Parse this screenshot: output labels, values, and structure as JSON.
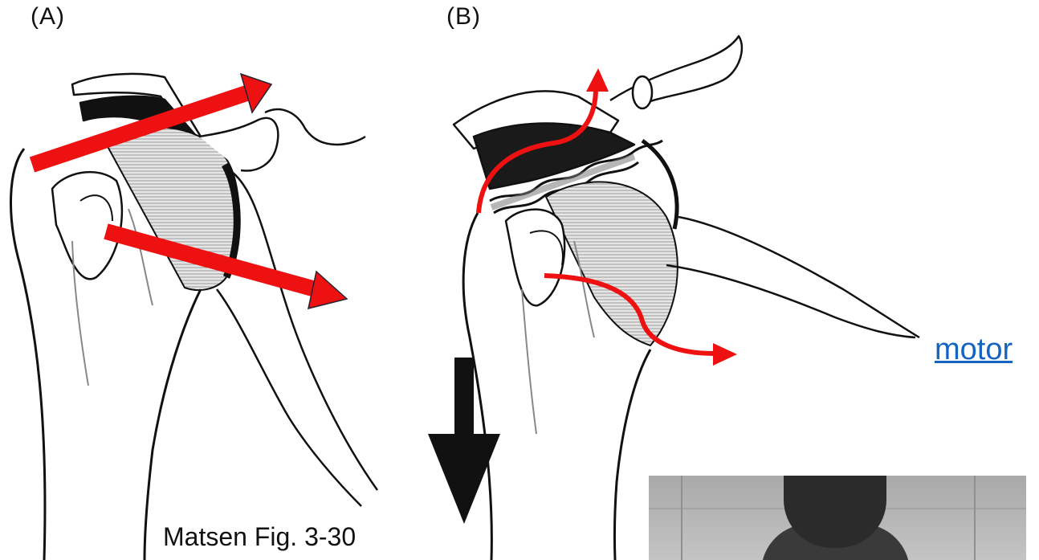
{
  "figure": {
    "panel_a_label": "(A)",
    "panel_b_label": "(B)",
    "caption": "Matsen Fig. 3-30",
    "link_text": "motor"
  },
  "colors": {
    "arrow_red": "#ee1111",
    "arrow_black": "#111111",
    "link_blue": "#1565c0",
    "cartilage_gray": "#cfcfcf"
  },
  "icons": {
    "down_arrow": "black-down-arrow-icon"
  }
}
